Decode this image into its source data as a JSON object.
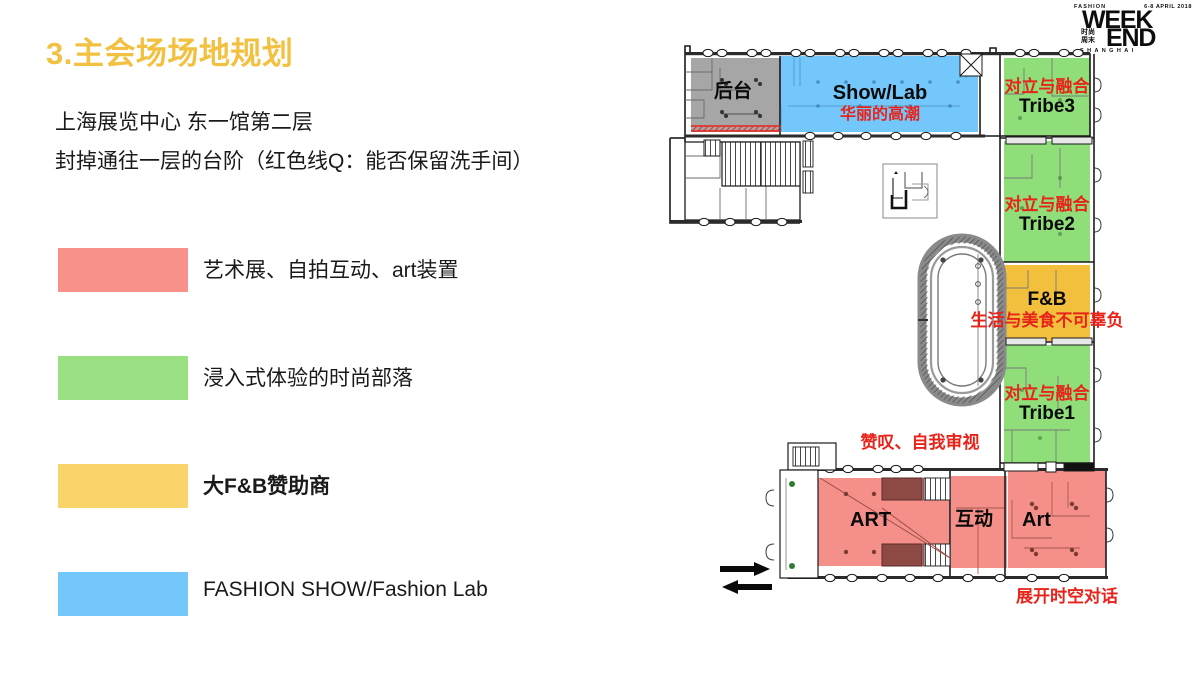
{
  "slide": {
    "title": "3.主会场场地规划",
    "subtitle_lines": [
      "上海展览中心 东一馆第二层",
      "封掉通往一层的台阶（红色线Q：能否保留洗手间）"
    ]
  },
  "logo": {
    "fashion": "FASHION",
    "date": "6-8 APRIL 2018",
    "week": "WEEK",
    "end": "END",
    "cn_line1": "时尚",
    "cn_line2": "周末",
    "city": "SHANGHAI"
  },
  "legend": {
    "items": [
      {
        "color": "#F8918A",
        "label": "艺术展、自拍互动、art装置"
      },
      {
        "color": "#99E083",
        "label": "浸入式体验的时尚部落"
      },
      {
        "color": "#F8D46A",
        "label": "大F&B赞助商"
      },
      {
        "color": "#74C7FA",
        "label": "FASHION SHOW/Fashion Lab"
      }
    ]
  },
  "plan": {
    "zones": [
      {
        "name": "backstage",
        "cn": "后台",
        "en": "",
        "color": "#A6A6A6"
      },
      {
        "name": "show-lab",
        "cn": "华丽的高潮",
        "en": "Show/Lab",
        "color": "#74C7FA"
      },
      {
        "name": "tribe3",
        "cn": "对立与融合",
        "en": "Tribe3",
        "color": "#8FDE79"
      },
      {
        "name": "tribe2",
        "cn": "对立与融合",
        "en": "Tribe2",
        "color": "#8FDE79"
      },
      {
        "name": "fnb",
        "cn": "生活与美食不可辜负",
        "en": "F&B",
        "color": "#F2C council"
      },
      {
        "name": "tribe1",
        "cn": "对立与融合",
        "en": "Tribe1",
        "color": "#8FDE79"
      },
      {
        "name": "art-west",
        "cn": "赞叹、自我审视",
        "en": "ART",
        "color": "#F49089"
      },
      {
        "name": "interactive",
        "cn": "",
        "en": "互动",
        "color": "#F49089"
      },
      {
        "name": "art-east",
        "cn": "展开时空对话",
        "en": "Art",
        "color": "#F49089"
      }
    ],
    "labels": {
      "backstage": "后台",
      "show_lab_en": "Show/Lab",
      "show_lab_cn": "华丽的高潮",
      "tribe3_cn": "对立与融合",
      "tribe3_en": "Tribe3",
      "tribe2_cn": "对立与融合",
      "tribe2_en": "Tribe2",
      "fnb_en": "F&B",
      "fnb_cn": "生活与美食不可辜负",
      "tribe1_cn": "对立与融合",
      "tribe1_en": "Tribe1",
      "art_cn_top": "赞叹、自我审视",
      "art_en": "ART",
      "interactive_cn": "互动",
      "art_east_en": "Art",
      "art_cn_bottom": "展开时空对话"
    },
    "flow_arrows": [
      "→",
      "←"
    ]
  },
  "colors": {
    "title_gold": "#F2C141",
    "red_text": "#E8231A",
    "green": "#8FDE79",
    "yellow": "#F2C03C",
    "blue": "#74C7FA",
    "salmon": "#F49089",
    "gray": "#A6A6A6"
  }
}
